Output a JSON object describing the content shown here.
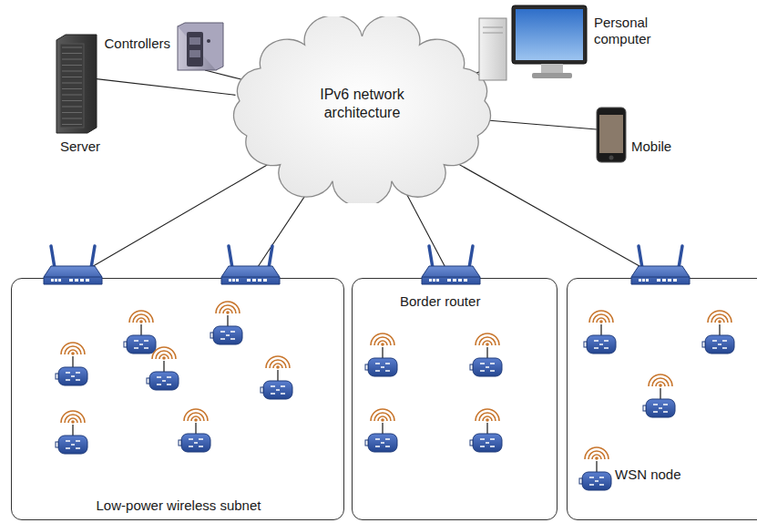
{
  "diagram": {
    "nodes": [
      {
        "text": [
          "Controllers"
        ]
      },
      {
        "text": [
          "Personal computer"
        ]
      },
      {
        "text": [
          "Server"
        ]
      },
      {
        "text": [
          "IPv6 network architecture"
        ]
      },
      {
        "text": [
          "Mobile"
        ]
      },
      {
        "text": [
          "Low-power wireless subnet"
        ]
      },
      {
        "text": [
          "Border router"
        ]
      },
      {
        "text": [
          "WSN node"
        ]
      }
    ],
    "edges": [
      {
        "from": 2,
        "to": 3,
        "arrow": "none"
      },
      {
        "from": 0,
        "to": 3,
        "arrow": "none"
      },
      {
        "from": 1,
        "to": 3,
        "arrow": "none"
      },
      {
        "from": 4,
        "to": 3,
        "arrow": "none"
      },
      {
        "from": 3,
        "to": 5,
        "arrow": "none"
      },
      {
        "from": 3,
        "to": 5,
        "arrow": "none"
      },
      {
        "from": 3,
        "to": 6,
        "arrow": "none"
      },
      {
        "from": 3,
        "to": 7,
        "arrow": "none"
      }
    ]
  }
}
